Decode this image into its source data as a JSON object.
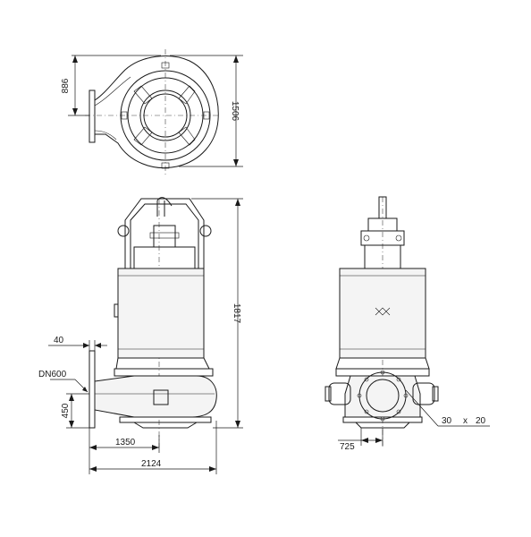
{
  "dimensions": {
    "top_view_height": "1506",
    "top_view_offset": "886",
    "side_height": "1817",
    "flange_thickness": "40",
    "outlet_size": "DN600",
    "outlet_height": "450",
    "outlet_distance": "1350",
    "overall_length": "2124",
    "base_width": "725",
    "bolt_pattern_a": "30",
    "bolt_pattern_sep": "x",
    "bolt_pattern_b": "20"
  }
}
